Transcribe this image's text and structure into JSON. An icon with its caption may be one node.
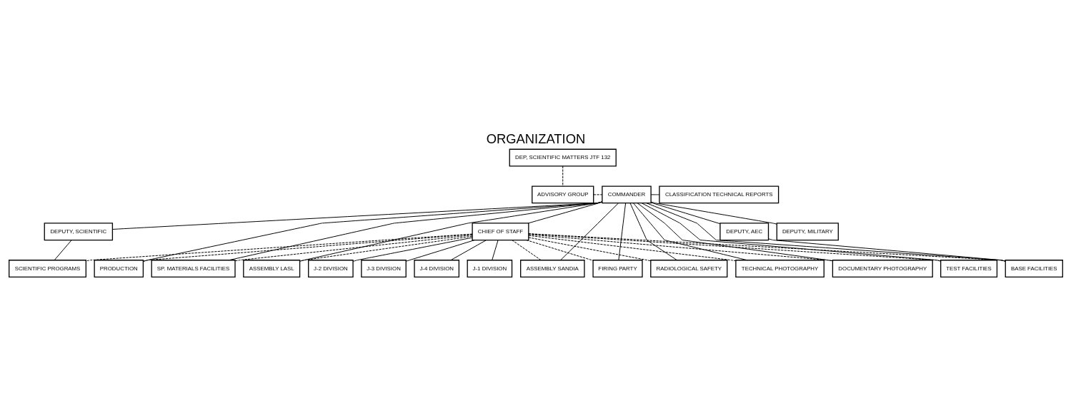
{
  "diagram": {
    "title": "ORGANIZATION",
    "nodes": [
      {
        "text": [
          "DEP, SCIENTIFIC MATTERS JTF 132"
        ]
      },
      {
        "text": [
          "ADVISORY GROUP"
        ]
      },
      {
        "text": [
          "COMMANDER"
        ]
      },
      {
        "text": [
          "CLASSIFICATION TECHNICAL REPORTS"
        ]
      },
      {
        "text": [
          "DEPUTY, SCIENTIFIC"
        ]
      },
      {
        "text": [
          "DEPUTY, MILITARY"
        ]
      },
      {
        "text": [
          "DEPUTY, AEC"
        ]
      },
      {
        "text": [
          "CHIEF OF STAFF"
        ]
      },
      {
        "text": [
          "J-1 DIVISION"
        ]
      },
      {
        "text": [
          "J-2 DIVISION"
        ]
      },
      {
        "text": [
          "J-3 DIVISION"
        ]
      },
      {
        "text": [
          "J-4 DIVISION"
        ]
      },
      {
        "text": [
          "SCIENTIFIC PROGRAMS"
        ]
      },
      {
        "text": [
          "PRODUCTION"
        ]
      },
      {
        "text": [
          "SP. MATERIALS FACILITIES"
        ]
      },
      {
        "text": [
          "ASSEMBLY LASL"
        ]
      },
      {
        "text": [
          "ASSEMBLY SANDIA"
        ]
      },
      {
        "text": [
          "FIRING PARTY"
        ]
      },
      {
        "text": [
          "RADIOLOGICAL SAFETY"
        ]
      },
      {
        "text": [
          "TECHNICAL PHOTOGRAPHY"
        ]
      },
      {
        "text": [
          "DOCUMENTARY PHOTOGRAPHY"
        ]
      },
      {
        "text": [
          "TEST FACILITIES"
        ]
      },
      {
        "text": [
          "BASE FACILITIES"
        ]
      }
    ],
    "edges": [
      {
        "from": 0,
        "to": 1,
        "arrow": "none",
        "style": "dashed"
      },
      {
        "from": 1,
        "to": 2,
        "arrow": "none",
        "style": "dashed"
      },
      {
        "from": 2,
        "to": 3,
        "arrow": "none"
      },
      {
        "from": 2,
        "to": 4,
        "arrow": "none"
      },
      {
        "from": 2,
        "to": 5,
        "arrow": "none"
      },
      {
        "from": 2,
        "to": 6,
        "arrow": "none"
      },
      {
        "from": 2,
        "to": 7,
        "arrow": "none"
      },
      {
        "from": 7,
        "to": 8,
        "arrow": "none"
      },
      {
        "from": 7,
        "to": 9,
        "arrow": "none"
      },
      {
        "from": 7,
        "to": 10,
        "arrow": "none"
      },
      {
        "from": 7,
        "to": 11,
        "arrow": "none"
      },
      {
        "from": 4,
        "to": 12,
        "arrow": "none"
      },
      {
        "from": 2,
        "to": 13,
        "arrow": "none"
      },
      {
        "from": 2,
        "to": 14,
        "arrow": "none"
      },
      {
        "from": 2,
        "to": 15,
        "arrow": "none"
      },
      {
        "from": 2,
        "to": 16,
        "arrow": "none"
      },
      {
        "from": 2,
        "to": 17,
        "arrow": "none"
      },
      {
        "from": 2,
        "to": 18,
        "arrow": "none"
      },
      {
        "from": 2,
        "to": 19,
        "arrow": "none"
      },
      {
        "from": 2,
        "to": 20,
        "arrow": "none"
      },
      {
        "from": 2,
        "to": 21,
        "arrow": "none"
      },
      {
        "from": 2,
        "to": 22,
        "arrow": "none"
      },
      {
        "from": 6,
        "to": 22,
        "arrow": "none"
      },
      {
        "from": 7,
        "to": 12,
        "arrow": "none",
        "style": "dashed"
      },
      {
        "from": 7,
        "to": 13,
        "arrow": "none",
        "style": "dashed"
      },
      {
        "from": 7,
        "to": 14,
        "arrow": "none",
        "style": "dashed"
      },
      {
        "from": 7,
        "to": 15,
        "arrow": "none",
        "style": "dashed"
      },
      {
        "from": 7,
        "to": 16,
        "arrow": "none",
        "style": "dashed"
      },
      {
        "from": 7,
        "to": 17,
        "arrow": "none",
        "style": "dashed"
      },
      {
        "from": 7,
        "to": 18,
        "arrow": "none",
        "style": "dashed"
      },
      {
        "from": 7,
        "to": 19,
        "arrow": "none",
        "style": "dashed"
      },
      {
        "from": 7,
        "to": 20,
        "arrow": "none",
        "style": "dashed"
      },
      {
        "from": 7,
        "to": 21,
        "arrow": "none",
        "style": "dashed"
      },
      {
        "from": 7,
        "to": 22,
        "arrow": "none",
        "style": "dashed"
      }
    ]
  }
}
